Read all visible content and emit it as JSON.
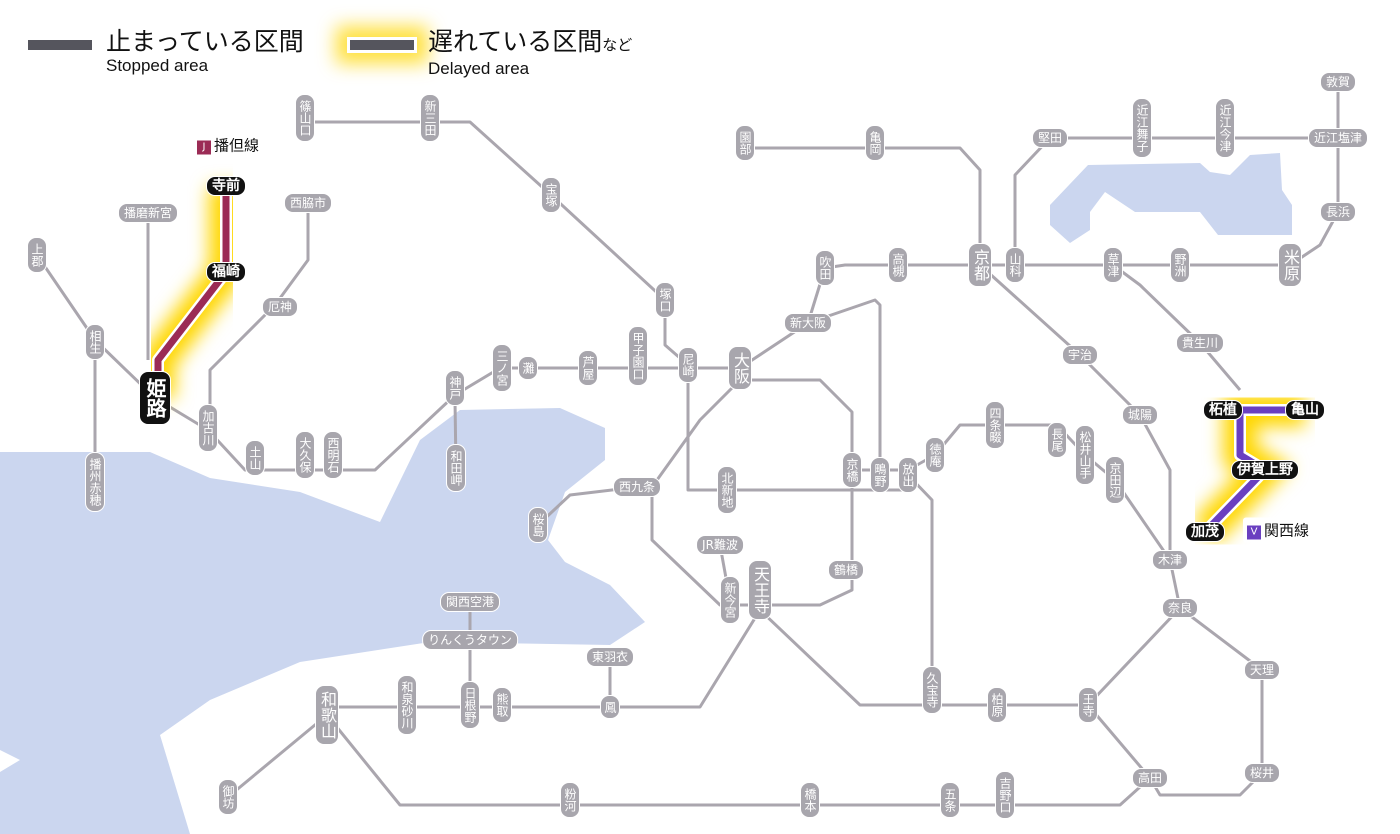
{
  "legend": {
    "stopped": {
      "jp": "止まっている区間",
      "en": "Stopped area"
    },
    "delayed": {
      "jp": "遅れている区間",
      "jp_suffix": "など",
      "en": "Delayed area"
    }
  },
  "lines": [
    {
      "id": "bantan",
      "badge": "J",
      "name": "播但線",
      "color": "#9b2b55",
      "status": "delayed"
    },
    {
      "id": "kansai",
      "badge": "V",
      "name": "関西線",
      "color": "#6a3fc0",
      "status": "delayed"
    }
  ],
  "colors": {
    "water": "#cbd6ef",
    "track": "#aaa6ae",
    "station": "#a8a6ad",
    "glow": "#ffd700",
    "stopped": "#55555d"
  },
  "stations": [
    {
      "id": "sasayamaguchi",
      "name": "篠山口"
    },
    {
      "id": "shinsanda",
      "name": "新三田"
    },
    {
      "id": "takarazuka",
      "name": "宝塚"
    },
    {
      "id": "tsukaguchi",
      "name": "塚口"
    },
    {
      "id": "amagasaki",
      "name": "尼崎"
    },
    {
      "id": "osaka",
      "name": "大阪"
    },
    {
      "id": "koshienguchi",
      "name": "甲子園口"
    },
    {
      "id": "ashiya",
      "name": "芦屋"
    },
    {
      "id": "nada",
      "name": "灘"
    },
    {
      "id": "sannomiya",
      "name": "三ノ宮"
    },
    {
      "id": "kobe",
      "name": "神戸"
    },
    {
      "id": "wadamisaki",
      "name": "和田岬"
    },
    {
      "id": "nishiakashi",
      "name": "西明石"
    },
    {
      "id": "okubo",
      "name": "大久保"
    },
    {
      "id": "tsuchiyama",
      "name": "土山"
    },
    {
      "id": "kakogawa",
      "name": "加古川"
    },
    {
      "id": "yakujin",
      "name": "厄神"
    },
    {
      "id": "nishiwakishi",
      "name": "西脇市"
    },
    {
      "id": "harimashingu",
      "name": "播磨新宮"
    },
    {
      "id": "kamigori",
      "name": "上郡"
    },
    {
      "id": "aioi",
      "name": "相生"
    },
    {
      "id": "banshuako",
      "name": "播州赤穂"
    },
    {
      "id": "himeji",
      "name": "姫路"
    },
    {
      "id": "fukusaki",
      "name": "福崎"
    },
    {
      "id": "teramae",
      "name": "寺前"
    },
    {
      "id": "shinosaka",
      "name": "新大阪"
    },
    {
      "id": "suita",
      "name": "吹田"
    },
    {
      "id": "takatsuki",
      "name": "高槻"
    },
    {
      "id": "kyoto",
      "name": "京都"
    },
    {
      "id": "yamashina",
      "name": "山科"
    },
    {
      "id": "kusatsu",
      "name": "草津"
    },
    {
      "id": "yasu",
      "name": "野洲"
    },
    {
      "id": "maibara",
      "name": "米原"
    },
    {
      "id": "nagahama",
      "name": "長浜"
    },
    {
      "id": "omishiotsu",
      "name": "近江塩津"
    },
    {
      "id": "tsuruga",
      "name": "敦賀"
    },
    {
      "id": "omiimazu",
      "name": "近江今津"
    },
    {
      "id": "omimaiko",
      "name": "近江舞子"
    },
    {
      "id": "katata",
      "name": "堅田"
    },
    {
      "id": "sonobe",
      "name": "園部"
    },
    {
      "id": "kameoka",
      "name": "亀岡"
    },
    {
      "id": "uji",
      "name": "宇治"
    },
    {
      "id": "joyo",
      "name": "城陽"
    },
    {
      "id": "kibukawa",
      "name": "貴生川"
    },
    {
      "id": "tsuge",
      "name": "柘植"
    },
    {
      "id": "kameyama",
      "name": "亀山"
    },
    {
      "id": "igaueno",
      "name": "伊賀上野"
    },
    {
      "id": "kamo",
      "name": "加茂"
    },
    {
      "id": "kizu",
      "name": "木津"
    },
    {
      "id": "nara",
      "name": "奈良"
    },
    {
      "id": "tenri",
      "name": "天理"
    },
    {
      "id": "sakurai",
      "name": "桜井"
    },
    {
      "id": "takada",
      "name": "高田"
    },
    {
      "id": "oji",
      "name": "王寺"
    },
    {
      "id": "kashiwara",
      "name": "柏原"
    },
    {
      "id": "kyuhoji",
      "name": "久宝寺"
    },
    {
      "id": "hanaten",
      "name": "放出"
    },
    {
      "id": "shigino",
      "name": "鴫野"
    },
    {
      "id": "tokuan",
      "name": "徳庵"
    },
    {
      "id": "shijonawate",
      "name": "四条畷"
    },
    {
      "id": "nagao",
      "name": "長尾"
    },
    {
      "id": "matsuiyamate",
      "name": "松井山手"
    },
    {
      "id": "kyotanabe",
      "name": "京田辺"
    },
    {
      "id": "kyobashi",
      "name": "京橋"
    },
    {
      "id": "tsuruhashi",
      "name": "鶴橋"
    },
    {
      "id": "tennoji",
      "name": "天王寺"
    },
    {
      "id": "shinimamiya",
      "name": "新今宮"
    },
    {
      "id": "jrnamba",
      "name": "JR難波"
    },
    {
      "id": "kitashinchi",
      "name": "北新地"
    },
    {
      "id": "nishikujo",
      "name": "西九条"
    },
    {
      "id": "sakurajima",
      "name": "桜島"
    },
    {
      "id": "higashihagoromo",
      "name": "東羽衣"
    },
    {
      "id": "otori",
      "name": "鳳"
    },
    {
      "id": "kumatori",
      "name": "熊取"
    },
    {
      "id": "hineno",
      "name": "日根野"
    },
    {
      "id": "izumisunagawa",
      "name": "和泉砂川"
    },
    {
      "id": "wakayama",
      "name": "和歌山"
    },
    {
      "id": "gobo",
      "name": "御坊"
    },
    {
      "id": "kokawa",
      "name": "粉河"
    },
    {
      "id": "hashimoto",
      "name": "橋本"
    },
    {
      "id": "gojo",
      "name": "五条"
    },
    {
      "id": "yoshinoguchi",
      "name": "吉野口"
    },
    {
      "id": "rinkutown",
      "name": "りんくうタウン"
    },
    {
      "id": "kansaiairport",
      "name": "関西空港"
    }
  ]
}
